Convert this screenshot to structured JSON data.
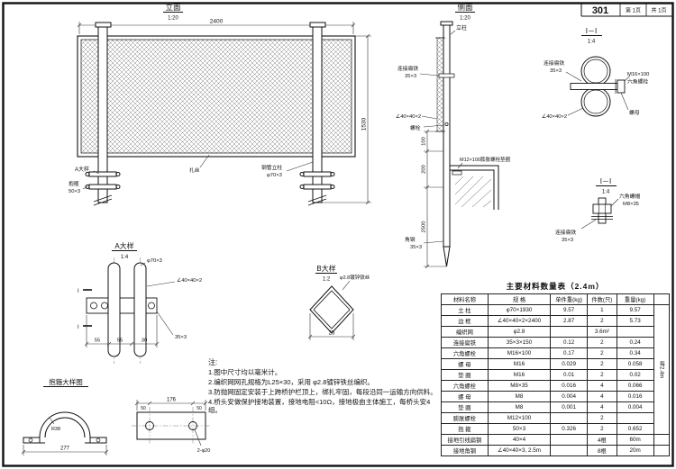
{
  "titleblock": {
    "sheet_no": "301",
    "page": "第 1页",
    "total_pages": "共 1页"
  },
  "elevation": {
    "title": "立面",
    "scale": "1:20",
    "dim_width": "2400",
    "dim_height": "1530",
    "label_detail_a": "A大样",
    "label_clamp": "抱箍",
    "label_clamp_spec": "50×3",
    "label_tie": "扎丝",
    "label_post": "钢管立柱",
    "label_post_spec": "φ70×3"
  },
  "side": {
    "title": "侧面",
    "scale": "1:20",
    "label_post": "立柱",
    "label_strap": "连接扁铁",
    "label_strap_spec": "35×3",
    "label_angle": "∠40×40×2",
    "label_bolt": "螺栓",
    "label_anchor": "M12×100膨胀螺栓垫圈",
    "label_angle_steel": "角钢",
    "label_angle_steel_spec": "35×3",
    "dim_a": "100",
    "dim_b": "200",
    "dim_c": "2500"
  },
  "section_top": {
    "title": "I－I",
    "scale": "1:4",
    "label_strap": "连接扁铁",
    "label_strap_spec": "35×3",
    "label_bolt": "M16×100",
    "label_bolt_name": "六角螺栓",
    "label_angle": "∠40×40×2",
    "label_nut": "螺母"
  },
  "section_bottom": {
    "title": "I－I",
    "scale": "1:4",
    "label_nut": "六角螺帽",
    "label_nut_spec": "M8×35",
    "label_strap": "连接扁铁",
    "label_strap_spec": "35×3"
  },
  "detail_a": {
    "title": "A大样",
    "scale": "1:4",
    "label_pipe": "φ70×3",
    "label_angle": "∠40×40×2",
    "label_strap": "35×3",
    "dim_a": "55",
    "dim_b": "55",
    "dim_c": "30",
    "section_mark": "I"
  },
  "detail_b": {
    "title": "B大样",
    "scale": "1:2",
    "label_wire": "φ2.8镀锌铁丝",
    "dim": "25"
  },
  "clamp": {
    "title": "抱箍大样图",
    "dim_radius": "R38",
    "dim_width": "277",
    "plate_dim_width": "176",
    "plate_dim_edge_a": "50",
    "plate_dim_edge_b": "50",
    "plate_holes": "2-φ20"
  },
  "notes": {
    "title": "注:",
    "items": [
      "1.图中尺寸均以毫米计。",
      "2.编织网网孔规格为L25×30，采用 φ2.8镀锌铁丝编织。",
      "3.防抛网固定安装于上跨桥护栏顶上，绑扎牢固，每段沿同一运输方向供料。",
      "4.桥头安做保护接地装置，接地电阻<10Ω，接地极由主体施工，每桥头安4组。"
    ]
  },
  "table": {
    "title": "主要材料数量表（2.4m）",
    "headers": [
      "材料名称",
      "规  格",
      "单件重(kg)",
      "件数(只)",
      "重量(kg)"
    ],
    "per_unit_label": "每2.4m",
    "rows": [
      [
        "立  柱",
        "φ70×1930",
        "9.57",
        "1",
        "9.57"
      ],
      [
        "边  框",
        "∠40×40×2×2400",
        "2.87",
        "2",
        "5.73"
      ],
      [
        "编织网",
        "φ2.8",
        "",
        "3.6m²",
        ""
      ],
      [
        "连接扁铁",
        "35×3×150",
        "0.12",
        "2",
        "0.24"
      ],
      [
        "六角螺栓",
        "M16×100",
        "0.17",
        "2",
        "0.34"
      ],
      [
        "螺  母",
        "M16",
        "0.029",
        "2",
        "0.058"
      ],
      [
        "垫  圈",
        "M16",
        "0.01",
        "2",
        "0.02"
      ],
      [
        "六角螺栓",
        "M8×35",
        "0.016",
        "4",
        "0.066"
      ],
      [
        "螺  母",
        "M8",
        "0.004",
        "4",
        "0.016"
      ],
      [
        "垫  圈",
        "M8",
        "0.001",
        "4",
        "0.004"
      ],
      [
        "膨胀螺栓",
        "M12×100",
        "",
        "2",
        ""
      ],
      [
        "抱  箍",
        "50×3",
        "0.326",
        "2",
        "0.652"
      ]
    ],
    "extra_rows": [
      [
        "接地引线扁钢",
        "40×4",
        "",
        "4根",
        "60m"
      ],
      [
        "接地角钢",
        "∠40×40×3, 2.5m",
        "",
        "8根",
        "20m"
      ]
    ]
  }
}
